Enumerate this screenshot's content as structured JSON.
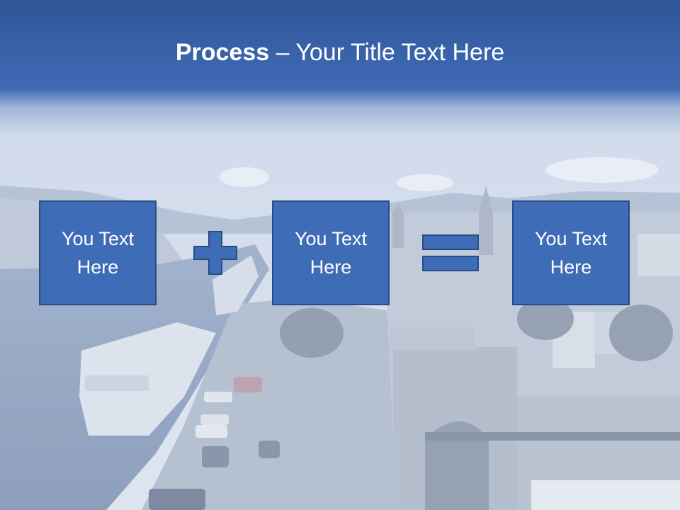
{
  "slide": {
    "title_bold": "Process",
    "title_rest": " – Your Title Text Here",
    "boxes": [
      {
        "line1": "You Text",
        "line2": "Here"
      },
      {
        "line1": "You Text",
        "line2": "Here"
      },
      {
        "line1": "You Text",
        "line2": "Here"
      }
    ],
    "operators": [
      "plus-icon",
      "equals-icon"
    ]
  },
  "colors": {
    "accent": "#3f6cb6",
    "accent_border": "#2a4c86",
    "title_band": "#2f5597",
    "text": "#ffffff"
  }
}
